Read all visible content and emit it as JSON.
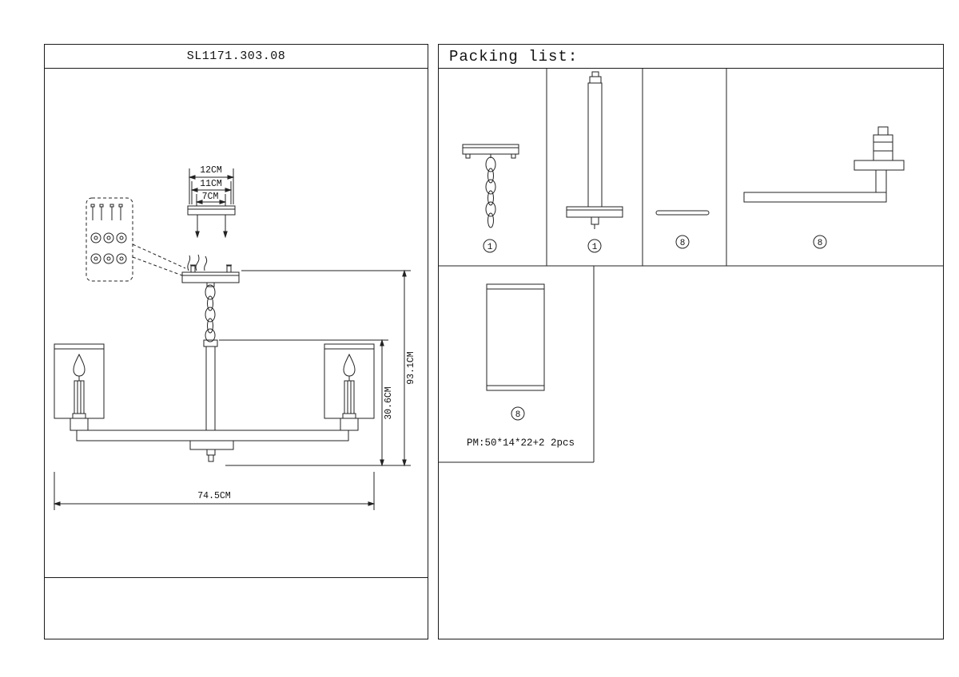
{
  "left_panel": {
    "model": "SL1171.303.08",
    "dims": {
      "bracket_outer": "12CM",
      "bracket_mid": "11CM",
      "bracket_inner": "7CM",
      "height_total": "93.1CM",
      "height_body": "30.6CM",
      "width_total": "74.5CM"
    }
  },
  "packing": {
    "title": "Packing list:",
    "items": [
      {
        "num": "1"
      },
      {
        "num": "1"
      },
      {
        "num": "8"
      },
      {
        "num": "8"
      },
      {
        "num": "8"
      }
    ],
    "box_note": "PM:50*14*22+2",
    "qty_note": "2pcs"
  }
}
